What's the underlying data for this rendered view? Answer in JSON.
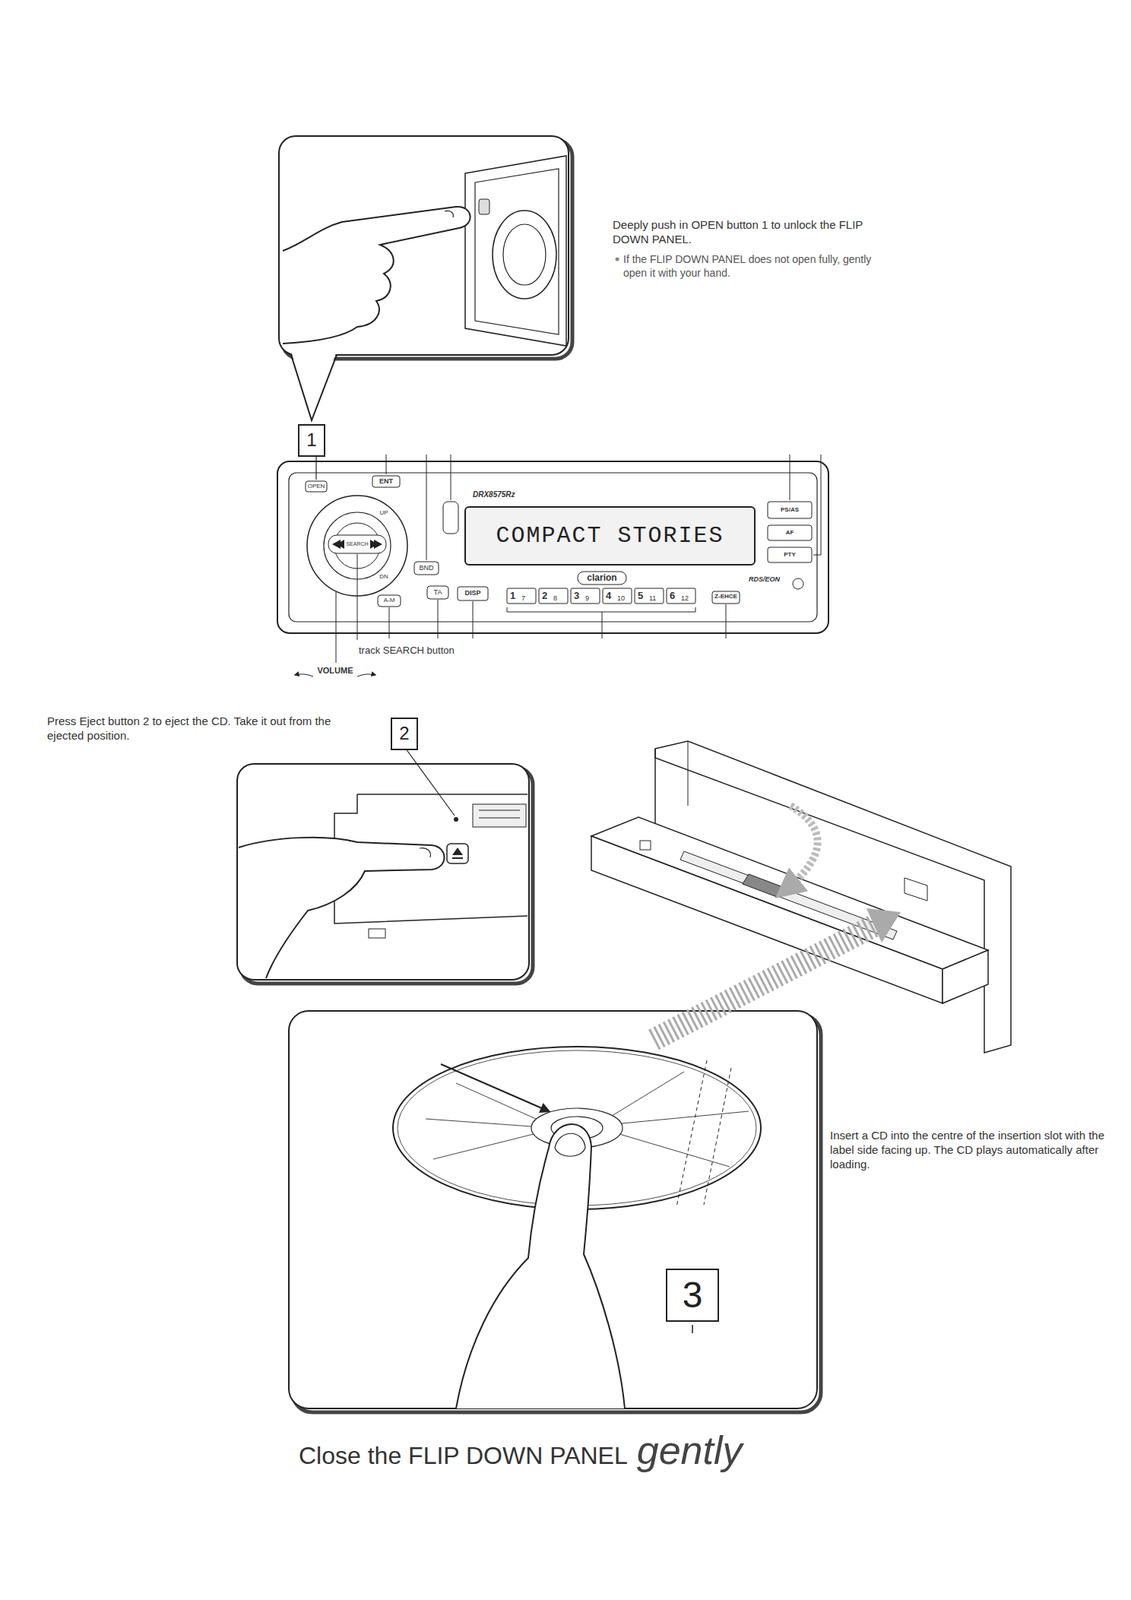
{
  "diagram": {
    "nodes": [
      {
        "text": [
          "1"
        ]
      },
      {
        "text": [
          "COMPACT STORIES"
        ]
      },
      {
        "text": [
          "2"
        ]
      },
      {
        "text": [
          "3"
        ]
      }
    ],
    "labels": [
      "Deeply push in OPEN button 1 to unlock the FLIP DOWN PANEL.",
      "If the FLIP DOWN PANEL does not open fully, gently open it with your hand.",
      "DRX8575Rz",
      "clarion",
      "OPEN",
      "ENT",
      "UP",
      "DN",
      "BND",
      "TA",
      "A-M",
      "DISP",
      "1",
      "7",
      "2",
      "8",
      "3",
      "9",
      "4",
      "10",
      "5",
      "11",
      "6",
      "12",
      "Z-EHCE",
      "RDS/EON",
      "SEARCH",
      "track SEARCH button",
      "VOLUME",
      "Press Eject button 2 to eject the CD. Take it out from the ejected position.",
      "Insert a CD into the centre of the insertion slot with the label side facing up. The CD plays automatically after loading.",
      "Close the FLIP DOWN PANEL",
      "gently",
      "PS/AS",
      "AF",
      "PTY"
    ]
  }
}
